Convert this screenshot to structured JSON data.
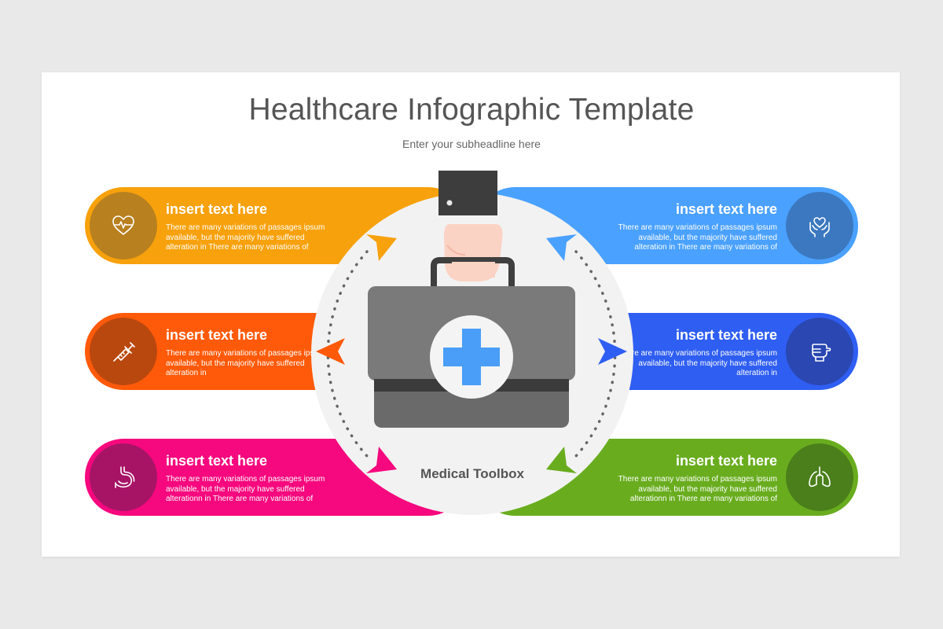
{
  "header": {
    "title": "Healthcare Infographic Template",
    "subtitle": "Enter your subheadline here"
  },
  "center": {
    "label": "Medical Toolbox",
    "icon": "medical-toolbox-icon"
  },
  "items": [
    {
      "side": "left",
      "row": 1,
      "color": "#f7a10c",
      "disc_color": "#b8801f",
      "icon": "heart-pulse-icon",
      "title": "insert text here",
      "text": "There are many variations of passages ipsum available, but the majority have suffered alteration in There are many variations of"
    },
    {
      "side": "left",
      "row": 2,
      "color": "#ff5a09",
      "disc_color": "#b9480f",
      "icon": "syringe-icon",
      "title": "insert text here",
      "text": "There are many variations of passages ipsum available, but the majority have suffered alteration in"
    },
    {
      "side": "left",
      "row": 3,
      "color": "#f6087e",
      "disc_color": "#a71466",
      "icon": "stomach-icon",
      "title": "insert text here",
      "text": "There are many variations of passages ipsum available, but the majority have suffered alterationn in There are many variations of"
    },
    {
      "side": "right",
      "row": 1,
      "color": "#4aa1ff",
      "disc_color": "#3b78bf",
      "icon": "caring-hands-icon",
      "title": "insert text here",
      "text": "There are many variations of passages ipsum available, but the majority have suffered alteration in There are many variations of"
    },
    {
      "side": "right",
      "row": 2,
      "color": "#2f5ef2",
      "disc_color": "#2a47b2",
      "icon": "bandaged-hand-icon",
      "title": "insert text here",
      "text": "There are many variations of passages ipsum available, but the majority have suffered alteration in"
    },
    {
      "side": "right",
      "row": 3,
      "color": "#69ad1f",
      "disc_color": "#4a7f1b",
      "icon": "lungs-icon",
      "title": "insert text here",
      "text": "There are many variations of passages ipsum available, but the majority have suffered alterationn in There are many variations of"
    }
  ]
}
